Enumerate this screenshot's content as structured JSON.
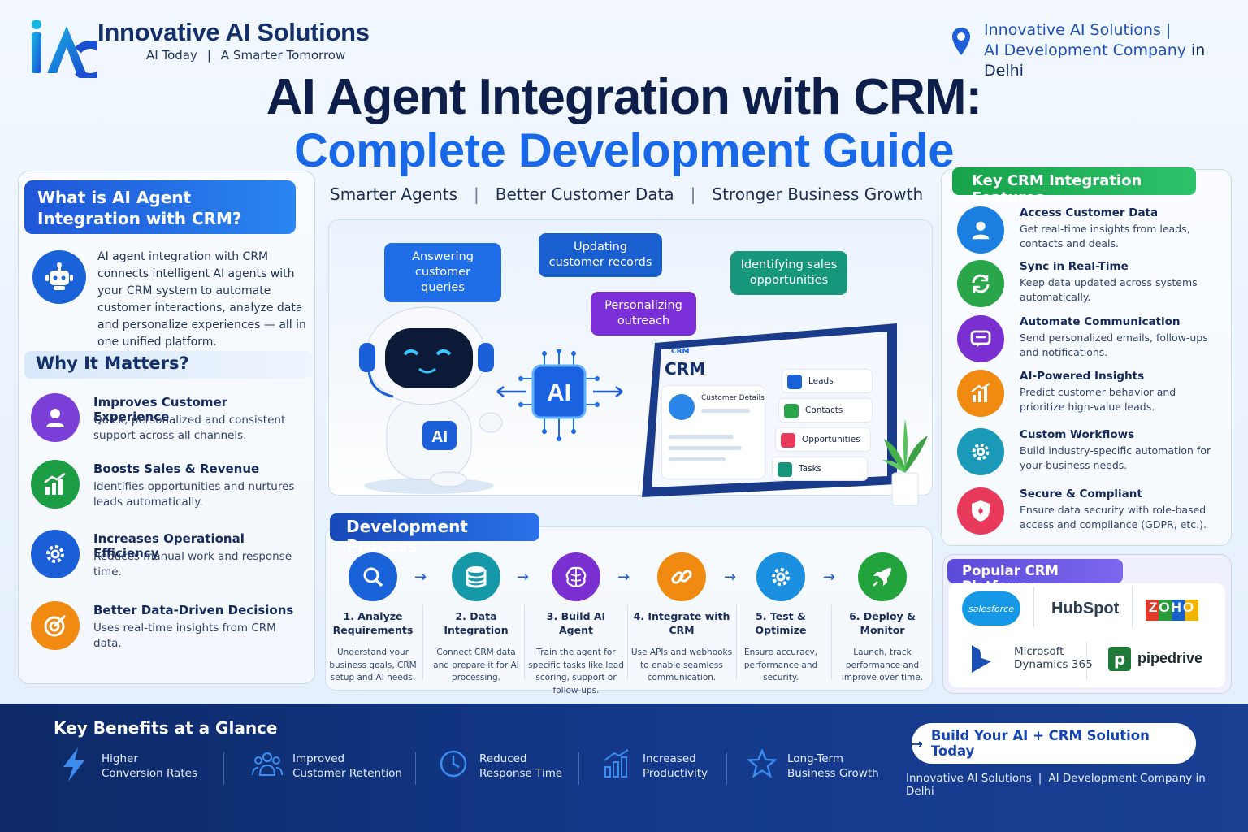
{
  "header": {
    "brand": "Innovative AI Solutions",
    "tagline_left": "AI Today",
    "tagline_sep": "|",
    "tagline_right": "A Smarter Tomorrow",
    "location_line1": "Innovative AI Solutions |",
    "location_line2a": "AI Development Company",
    "location_line2b": "in Delhi",
    "title_line1": "AI Agent Integration with CRM:",
    "title_line2": "Complete Development Guide",
    "subtags": [
      "Smarter Agents",
      "Better Customer Data",
      "Stronger Business Growth"
    ],
    "subtag_sep": "|"
  },
  "what": {
    "heading": "What is AI Agent Integration with CRM?",
    "body": "AI agent integration with CRM connects intelligent AI agents with your CRM system to automate customer interactions, analyze data and personalize experiences — all in one unified platform.",
    "icon": "robot-icon"
  },
  "why": {
    "heading": "Why It Matters?",
    "items": [
      {
        "title": "Improves Customer Experience",
        "desc": "Quick, personalized and consistent support across all channels.",
        "icon": "user-icon",
        "color": "#7b3fd8"
      },
      {
        "title": "Boosts Sales & Revenue",
        "desc": "Identifies opportunities and nurtures leads automatically.",
        "icon": "growth-chart-icon",
        "color": "#1e9e44"
      },
      {
        "title": "Increases Operational Efficiency",
        "desc": "Reduces manual work and response time.",
        "icon": "gear-icon",
        "color": "#1a5fd8"
      },
      {
        "title": "Better Data-Driven Decisions",
        "desc": "Uses real-time insights from CRM data.",
        "icon": "target-icon",
        "color": "#f08a10"
      }
    ]
  },
  "hero": {
    "bubbles": [
      {
        "text": "Answering customer queries",
        "color": "#1f6ee8"
      },
      {
        "text": "Updating customer records",
        "color": "#1a5fd0"
      },
      {
        "text": "Personalizing outreach",
        "color": "#7b2fd8"
      },
      {
        "text": "Identifying sales opportunities",
        "color": "#16967a"
      }
    ],
    "robot_badge": "AI",
    "chip_label": "AI",
    "tablet_title": "CRM",
    "tablet_header": "CRM",
    "customer_details": "Customer Details",
    "crm_items": [
      "Leads",
      "Contacts",
      "Opportunities",
      "Tasks"
    ]
  },
  "process": {
    "heading": "Development Process",
    "steps": [
      {
        "title": "1. Analyze Requirements",
        "desc": "Understand your business goals, CRM setup and AI needs.",
        "icon": "search-icon",
        "color": "#1a62d8"
      },
      {
        "title": "2. Data Integration",
        "desc": "Connect CRM data and prepare it for AI processing.",
        "icon": "database-icon",
        "color": "#1599a8"
      },
      {
        "title": "3. Build AI Agent",
        "desc": "Train the agent for specific tasks like lead scoring, support or follow-ups.",
        "icon": "brain-icon",
        "color": "#7a2fd0"
      },
      {
        "title": "4. Integrate with CRM",
        "desc": "Use APIs and webhooks to enable seamless communication.",
        "icon": "link-icon",
        "color": "#f08a10"
      },
      {
        "title": "5. Test & Optimize",
        "desc": "Ensure accuracy, performance and security.",
        "icon": "settings-icon",
        "color": "#1a8fe0"
      },
      {
        "title": "6. Deploy & Monitor",
        "desc": "Launch, track performance and improve over time.",
        "icon": "rocket-icon",
        "color": "#22a33c"
      }
    ],
    "arrow": "→"
  },
  "features": {
    "heading": "Key CRM Integration Features",
    "items": [
      {
        "title": "Access Customer Data",
        "desc": "Get real-time insights from leads, contacts and deals.",
        "icon": "user-icon",
        "color": "#1a7fe0"
      },
      {
        "title": "Sync in Real-Time",
        "desc": "Keep data updated across systems automatically.",
        "icon": "sync-icon",
        "color": "#2aa54a"
      },
      {
        "title": "Automate Communication",
        "desc": "Send personalized emails, follow-ups and notifications.",
        "icon": "chat-icon",
        "color": "#7a2fd0"
      },
      {
        "title": "AI-Powered Insights",
        "desc": "Predict customer behavior and prioritize high-value leads.",
        "icon": "bar-chart-icon",
        "color": "#f08a10"
      },
      {
        "title": "Custom Workflows",
        "desc": "Build industry-specific automation for your business needs.",
        "icon": "gear-icon",
        "color": "#1a9ab8"
      },
      {
        "title": "Secure & Compliant",
        "desc": "Ensure data security with role-based access and compliance (GDPR, etc.).",
        "icon": "shield-icon",
        "color": "#e83a5a"
      }
    ]
  },
  "crm_platforms": {
    "heading": "Popular CRM Platforms",
    "salesforce": "salesforce",
    "hubspot": "HubSpot",
    "zoho": "ZOHO",
    "dynamics_line1": "Microsoft",
    "dynamics_line2": "Dynamics 365",
    "pipedrive": "pipedrive"
  },
  "footer": {
    "heading": "Key Benefits at a Glance",
    "benefits": [
      {
        "l1": "Higher",
        "l2": "Conversion Rates",
        "icon": "lightning-icon"
      },
      {
        "l1": "Improved",
        "l2": "Customer Retention",
        "icon": "people-icon"
      },
      {
        "l1": "Reduced",
        "l2": "Response Time",
        "icon": "clock-icon"
      },
      {
        "l1": "Increased",
        "l2": "Productivity",
        "icon": "growth-icon"
      },
      {
        "l1": "Long-Term",
        "l2": "Business Growth",
        "icon": "star-icon"
      }
    ],
    "cta_arrow": "→",
    "cta": "Build Your AI + CRM Solution Today",
    "note_left": "Innovative AI Solutions",
    "note_sep": "|",
    "note_right": "AI Development Company in Delhi"
  }
}
